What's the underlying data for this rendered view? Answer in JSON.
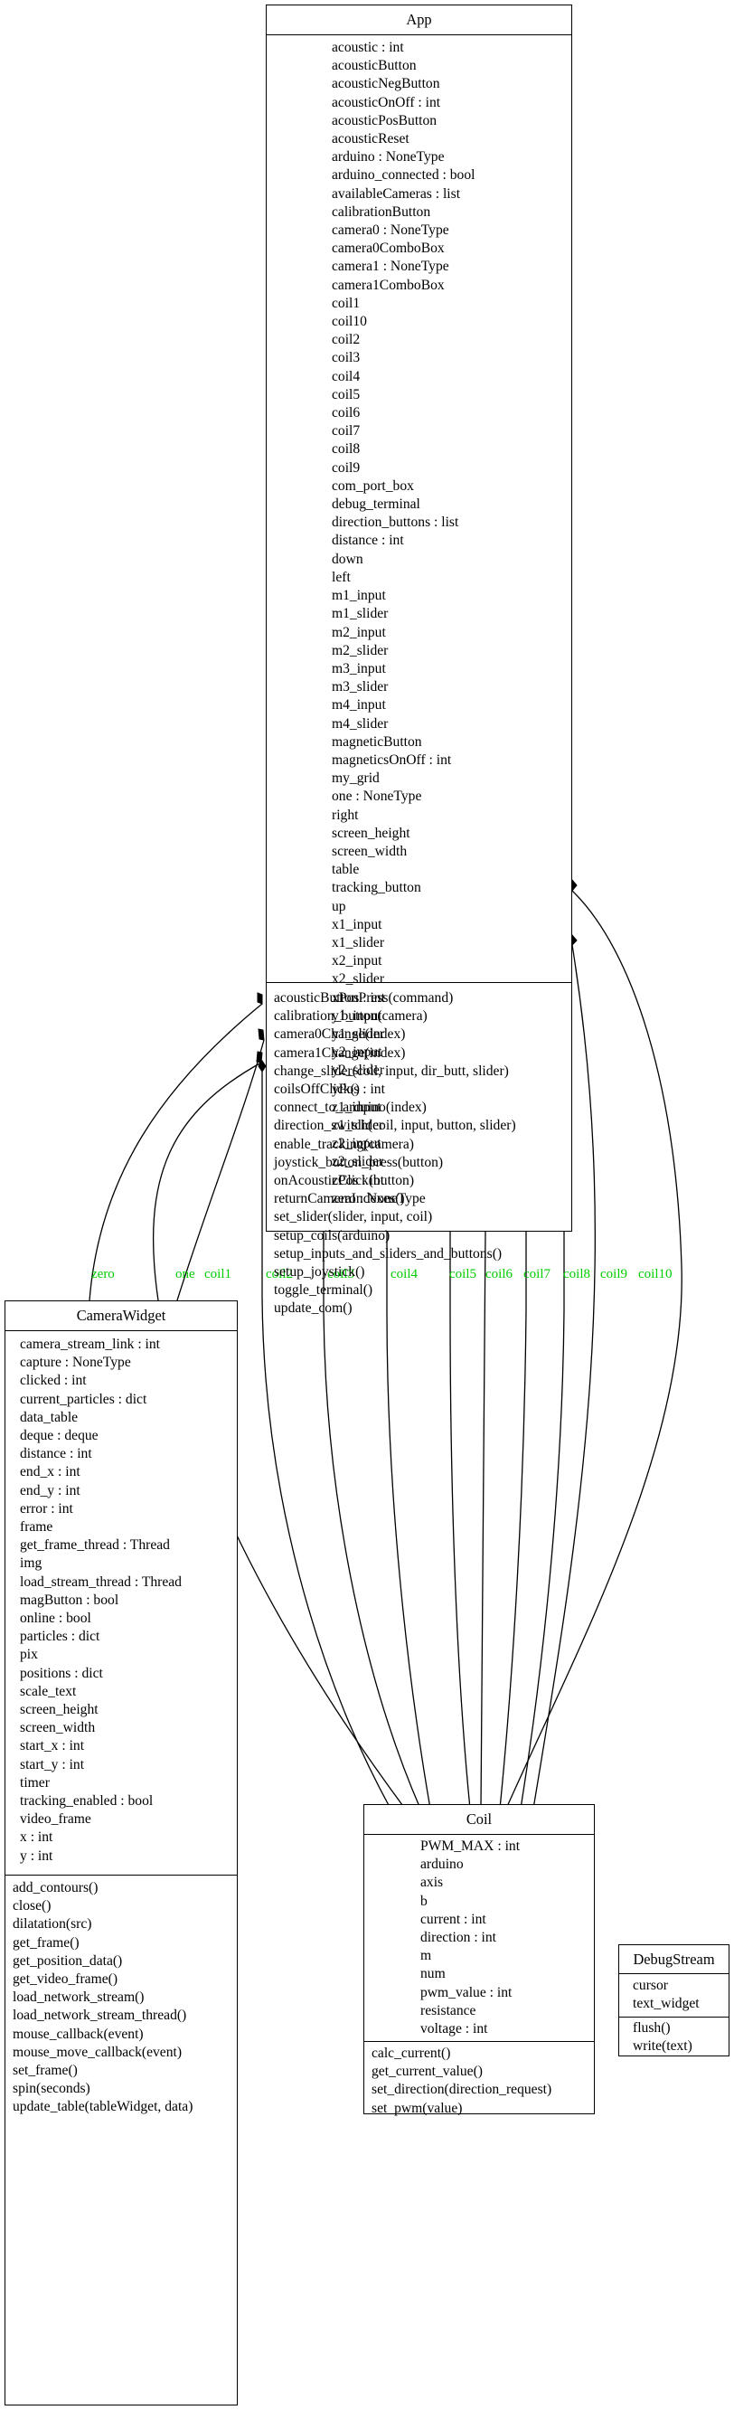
{
  "classes": {
    "app": {
      "name": "App",
      "attributes": [
        "acoustic : int",
        "acousticButton",
        "acousticNegButton",
        "acousticOnOff : int",
        "acousticPosButton",
        "acousticReset",
        "arduino : NoneType",
        "arduino_connected : bool",
        "availableCameras : list",
        "calibrationButton",
        "camera0 : NoneType",
        "camera0ComboBox",
        "camera1 : NoneType",
        "camera1ComboBox",
        "coil1",
        "coil10",
        "coil2",
        "coil3",
        "coil4",
        "coil5",
        "coil6",
        "coil7",
        "coil8",
        "coil9",
        "com_port_box",
        "debug_terminal",
        "direction_buttons : list",
        "distance : int",
        "down",
        "left",
        "m1_input",
        "m1_slider",
        "m2_input",
        "m2_slider",
        "m3_input",
        "m3_slider",
        "m4_input",
        "m4_slider",
        "magneticButton",
        "magneticsOnOff : int",
        "my_grid",
        "one : NoneType",
        "right",
        "screen_height",
        "screen_width",
        "table",
        "tracking_button",
        "up",
        "x1_input",
        "x1_slider",
        "x2_input",
        "x2_slider",
        "xPos : int",
        "y1_input",
        "y1_slider",
        "y2_input",
        "y2_slider",
        "yPos : int",
        "z1_input",
        "z1_slider",
        "z2_input",
        "z2_slider",
        "zPos : int",
        "zero : NoneType"
      ],
      "methods": [
        "acousticButtonPress(command)",
        "calibration_button(camera)",
        "camera0Change(index)",
        "camera1Change(index)",
        "change_slider(coil, input, dir_butt, slider)",
        "coilsOffClick()",
        "connect_to_arduino(index)",
        "direction_switch(coil, input, button, slider)",
        "enable_tracking(camera)",
        "joystick_button_press(button)",
        "onAcousticClick(button)",
        "returnCameraIndexes()",
        "set_slider(slider, input, coil)",
        "setup_coils(arduino)",
        "setup_inputs_and_sliders_and_buttons()",
        "setup_joystick()",
        "toggle_terminal()",
        "update_com()"
      ]
    },
    "camera_widget": {
      "name": "CameraWidget",
      "attributes": [
        "camera_stream_link : int",
        "capture : NoneType",
        "clicked : int",
        "current_particles : dict",
        "data_table",
        "deque : deque",
        "distance : int",
        "end_x : int",
        "end_y : int",
        "error : int",
        "frame",
        "get_frame_thread : Thread",
        "img",
        "load_stream_thread : Thread",
        "magButton : bool",
        "online : bool",
        "particles : dict",
        "pix",
        "positions : dict",
        "scale_text",
        "screen_height",
        "screen_width",
        "start_x : int",
        "start_y : int",
        "timer",
        "tracking_enabled : bool",
        "video_frame",
        "x : int",
        "y : int"
      ],
      "methods": [
        "add_contours()",
        "close()",
        "dilatation(src)",
        "get_frame()",
        "get_position_data()",
        "get_video_frame()",
        "load_network_stream()",
        "load_network_stream_thread()",
        "mouse_callback(event)",
        "mouse_move_callback(event)",
        "set_frame()",
        "spin(seconds)",
        "update_table(tableWidget, data)"
      ]
    },
    "coil": {
      "name": "Coil",
      "attributes": [
        "PWM_MAX : int",
        "arduino",
        "axis",
        "b",
        "current : int",
        "direction : int",
        "m",
        "num",
        "pwm_value : int",
        "resistance",
        "voltage : int"
      ],
      "methods": [
        "calc_current()",
        "get_current_value()",
        "set_direction(direction_request)",
        "set_pwm(value)"
      ]
    },
    "debug_stream": {
      "name": "DebugStream",
      "attributes": [
        "cursor",
        "text_widget"
      ],
      "methods": [
        "flush()",
        "write(text)"
      ]
    }
  },
  "edge_labels": {
    "zero": "zero",
    "one": "one",
    "coil1": "coil1",
    "coil2": "coil2",
    "coil3": "coil3",
    "coil4": "coil4",
    "coil5": "coil5",
    "coil6": "coil6",
    "coil7": "coil7",
    "coil8": "coil8",
    "coil9": "coil9",
    "coil10": "coil10"
  },
  "colors": {
    "edge_label": "#00cc00",
    "line": "#000000",
    "background": "#ffffff"
  }
}
